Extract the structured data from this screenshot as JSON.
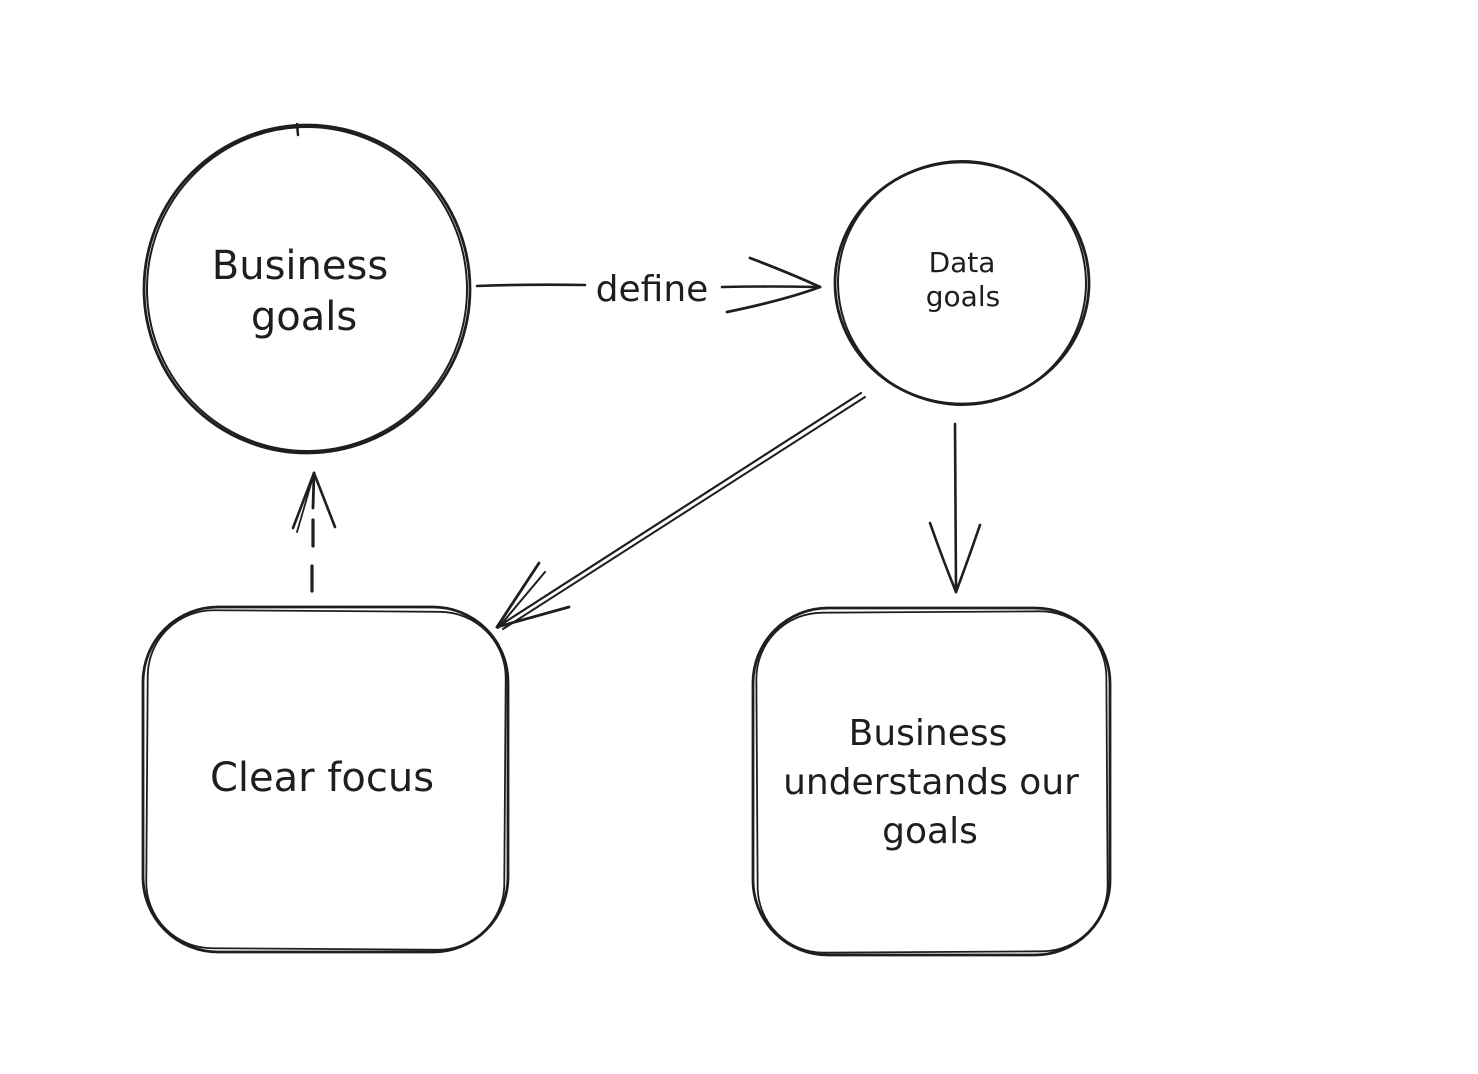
{
  "canvas": {
    "background_color": "#ffffff",
    "stroke_color": "#1e1e1e",
    "style": "hand-drawn whiteboard sketch"
  },
  "colors": {
    "green_hatch": "#b2f2bb",
    "blue_hatch": "#a5d8ff",
    "gray_hatch": "#e2e2e9",
    "ink": "#1e1e1e"
  },
  "nodes": {
    "business_goals": {
      "shape": "circle",
      "fill_style": "green diagonal hachure",
      "lines": [
        "Business",
        "goals"
      ]
    },
    "data_goals": {
      "shape": "circle",
      "fill_style": "blue diagonal hachure",
      "lines": [
        "Data",
        "goals"
      ]
    },
    "clear_focus": {
      "shape": "rounded-rectangle",
      "fill_style": "gray diagonal hachure",
      "lines": [
        "Clear focus"
      ]
    },
    "business_understands": {
      "shape": "rounded-rectangle",
      "fill_style": "gray diagonal hachure",
      "lines": [
        "Business",
        "understands our",
        "goals"
      ]
    }
  },
  "edges": {
    "define": {
      "from": "business_goals",
      "to": "data_goals",
      "label": "define",
      "line_style": "solid",
      "arrowhead": "open chevron right"
    },
    "data_to_clear_focus": {
      "from": "data_goals",
      "to": "clear_focus",
      "label": "",
      "line_style": "solid double stroke",
      "arrowhead": "open V down-left"
    },
    "data_to_business_understands": {
      "from": "data_goals",
      "to": "business_understands",
      "label": "",
      "line_style": "solid",
      "arrowhead": "open V down"
    },
    "clear_focus_to_business_goals": {
      "from": "clear_focus",
      "to": "business_goals",
      "label": "",
      "line_style": "dashed",
      "arrowhead": "open V up"
    }
  }
}
